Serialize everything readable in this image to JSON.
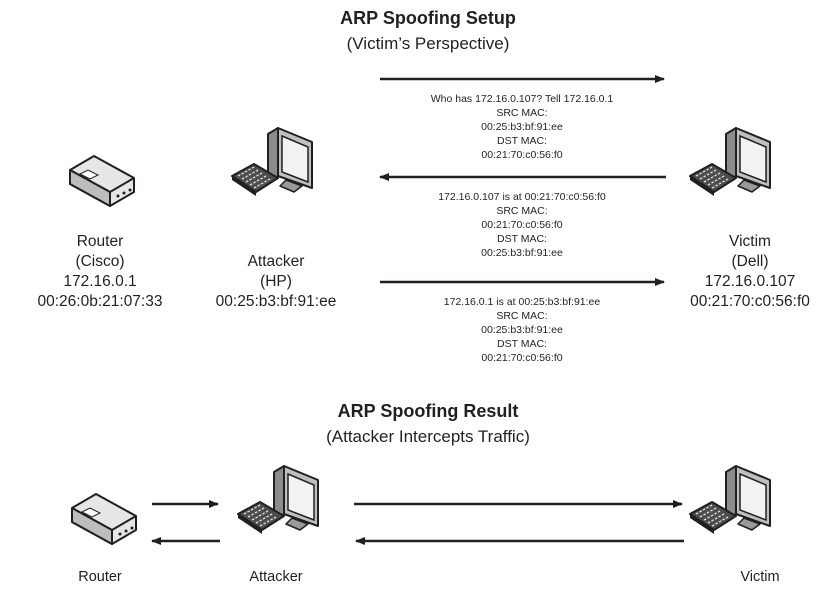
{
  "setup": {
    "title": "ARP Spoofing Setup",
    "subtitle": "(Victim’s Perspective)",
    "router": {
      "lines": [
        "Router",
        "(Cisco)",
        "172.16.0.1",
        "00:26:0b:21:07:33"
      ]
    },
    "attacker": {
      "lines": [
        "Attacker",
        "(HP)",
        "00:25:b3:bf:91:ee"
      ]
    },
    "victim": {
      "lines": [
        "Victim",
        "(Dell)",
        "172.16.0.107",
        "00:21:70:c0:56:f0"
      ]
    },
    "messages": [
      {
        "lines": [
          "Who has 172.16.0.107? Tell 172.16.0.1",
          "SRC MAC:",
          "00:25:b3:bf:91:ee",
          "DST MAC:",
          "00:21:70:c0:56:f0"
        ]
      },
      {
        "lines": [
          "172.16.0.107 is at 00:21:70:c0:56:f0",
          "SRC MAC:",
          "00:21:70:c0:56:f0",
          "DST MAC:",
          "00:25:b3:bf:91:ee"
        ]
      },
      {
        "lines": [
          "172.16.0.1 is at 00:25:b3:bf:91:ee",
          "SRC MAC:",
          "00:25:b3:bf:91:ee",
          "DST MAC:",
          "00:21:70:c0:56:f0"
        ]
      }
    ]
  },
  "result": {
    "title": "ARP Spoofing Result",
    "subtitle": "(Attacker Intercepts Traffic)",
    "router_label": "Router",
    "attacker_label": "Attacker",
    "victim_label": "Victim"
  }
}
